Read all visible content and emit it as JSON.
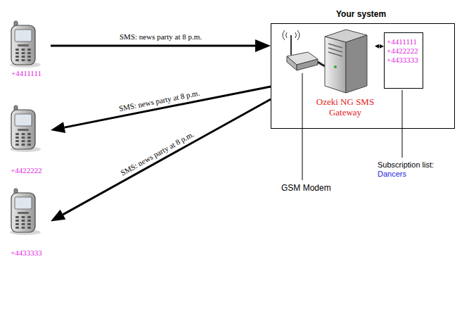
{
  "diagram": {
    "nodes": [
      {
        "text": [
          "+4411111"
        ]
      },
      {
        "text": [
          "Your system"
        ]
      },
      {
        "text": [
          "Ozeki NG SMS Gateway"
        ],
        "in": 1
      },
      {
        "text": [
          "+4411111",
          "+4422222",
          "+4433333"
        ],
        "in": 1
      },
      {
        "text": [
          "+4422222"
        ]
      },
      {
        "text": [
          "+4433333"
        ]
      }
    ],
    "edges": [
      {
        "from": 0,
        "to": 1,
        "arrow": "to",
        "label": "SMS: news party at 8 p.m."
      },
      {
        "from": 1,
        "to": 4,
        "arrow": "to",
        "label": "SMS: news party at 8 p.m."
      },
      {
        "from": 1,
        "to": 5,
        "arrow": "to",
        "label": "SMS: news party at 8 p.m."
      },
      {
        "from": 2,
        "to": 3,
        "arrow": "both"
      }
    ],
    "labels": [
      "GSM Modem",
      "Subscription list:",
      "Dancers"
    ]
  }
}
